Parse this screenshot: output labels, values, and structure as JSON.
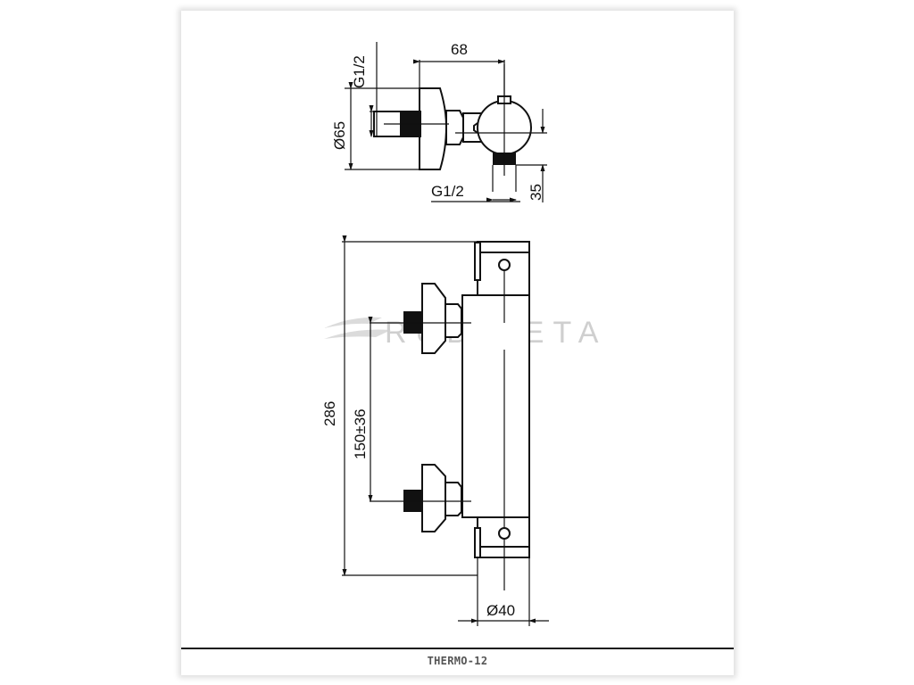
{
  "drawing": {
    "product_code": "THERMO-12",
    "watermark": "RUBINETA",
    "top_view": {
      "dimensions": {
        "inlet_thread_left": "G1/2",
        "width": "68",
        "body_diameter": "Ø65",
        "outlet_thread_bottom": "G1/2",
        "outlet_offset": "35"
      }
    },
    "front_view": {
      "dimensions": {
        "total_height": "286",
        "inlet_spacing": "150±36",
        "body_diameter": "Ø40"
      }
    },
    "colors": {
      "line": "#111111",
      "watermark": "#cfcfcf",
      "caption_text": "#555555",
      "frame_border": "#1a1a1a"
    }
  }
}
